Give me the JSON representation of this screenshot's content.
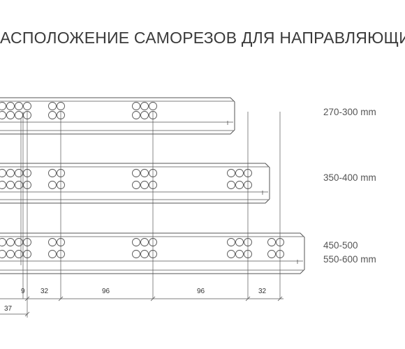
{
  "title": "АСПОЛОЖЕНИЕ САМОРЕЗОВ ДЛЯ НАПРАВЛЯЮЩИХ",
  "rails": [
    {
      "size_labels": [
        "270-300 mm"
      ]
    },
    {
      "size_labels": [
        "350-400 mm"
      ]
    },
    {
      "size_labels": [
        "450-500",
        "550-600 mm"
      ]
    }
  ],
  "dimensions": {
    "row": [
      "9",
      "32",
      "96",
      "96",
      "32"
    ],
    "lower": "37"
  },
  "colors": {
    "line": "#555555",
    "text": "#3a3a3a"
  }
}
